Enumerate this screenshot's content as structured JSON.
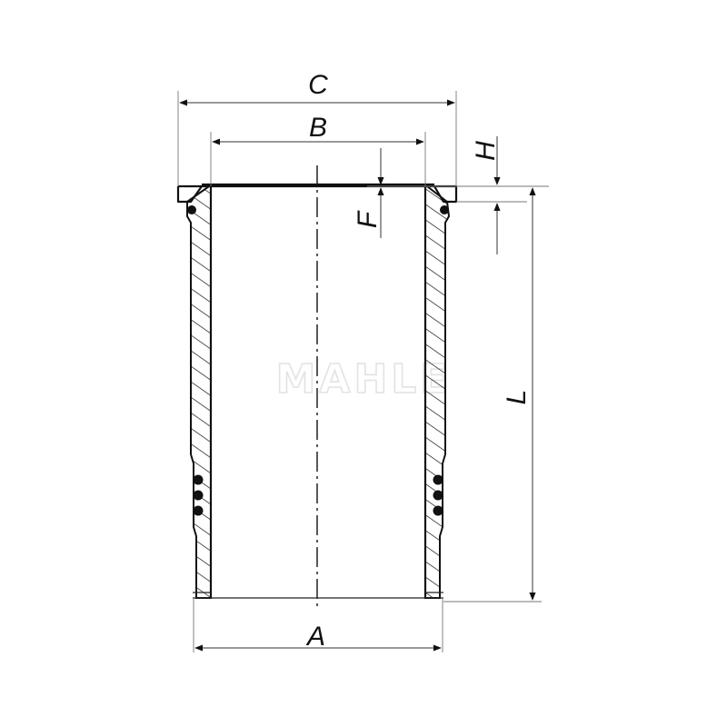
{
  "drawing": {
    "watermark": "MAHLE",
    "dimensions": {
      "A": "A",
      "B": "B",
      "C": "C",
      "F": "F",
      "H": "H",
      "L": "L"
    }
  },
  "colors": {
    "line": "#111111",
    "watermark": "#e3e3e3",
    "background": "#ffffff"
  }
}
